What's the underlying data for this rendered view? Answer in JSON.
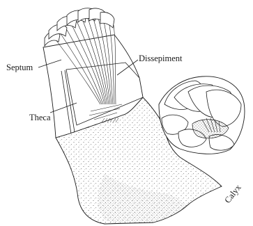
{
  "labels": {
    "septum": "Septum",
    "dissepiment": "Dissepiment",
    "theca": "Theca",
    "calyx": "Calyx"
  },
  "colors": {
    "ink": "#1a1a1a",
    "stipple": "#555555",
    "paper": "#ffffff"
  }
}
